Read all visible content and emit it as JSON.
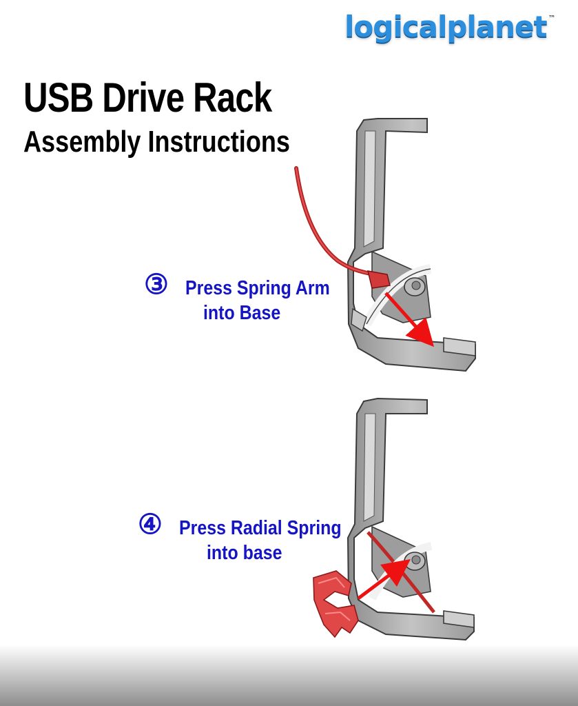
{
  "brand": {
    "logo_text": "logicalplanet",
    "trademark": "™"
  },
  "header": {
    "title": "USB Drive Rack",
    "subtitle": "Assembly Instructions"
  },
  "steps": [
    {
      "number": "③",
      "line1": "Press Spring Arm",
      "line2": "into Base"
    },
    {
      "number": "④",
      "line1": "Press Radial Spring",
      "line2": "into base"
    }
  ],
  "colors": {
    "step_text": "#1515c4",
    "logo": "#2b8fde",
    "part_gray": "#a9a9a9",
    "spring_red": "#d23a3a",
    "arrow_red": "#ee1111"
  }
}
